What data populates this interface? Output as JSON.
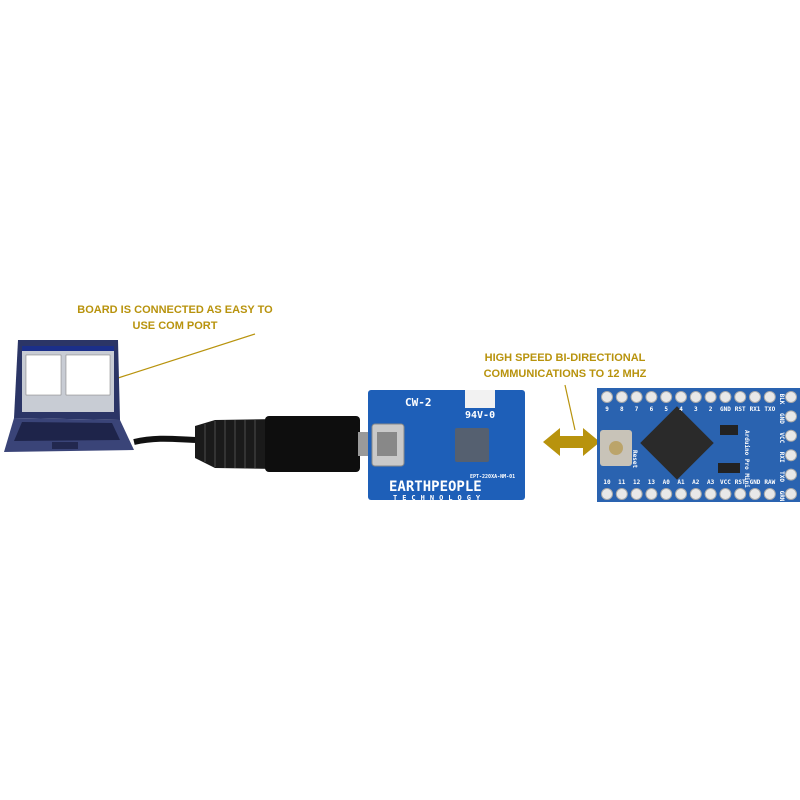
{
  "callouts": {
    "laptop": [
      "BOARD IS CONNECTED AS EASY TO",
      "USE COM PORT"
    ],
    "link": [
      "HIGH SPEED BI-DIRECTIONAL",
      "COMMUNICATIONS TO 12 MHZ"
    ]
  },
  "ept_board": {
    "label": "CW-2",
    "rating": "94V-0",
    "part": "EPT-220XA-NM-01",
    "brand": "EARTHPEOPLE",
    "brand_sub": "TECHNOLOGY"
  },
  "arduino": {
    "top_pins": [
      "9",
      "8",
      "7",
      "6",
      "5",
      "4",
      "3",
      "2",
      "GND",
      "RST",
      "RX1",
      "TXO"
    ],
    "bottom_pins": [
      "10",
      "11",
      "12",
      "13",
      "A0",
      "A1",
      "A2",
      "A3",
      "VCC",
      "RST",
      "GND",
      "RAW"
    ],
    "side_labels": [
      "BLK",
      "GND",
      "VCC",
      "RXI",
      "TXO",
      "GRN"
    ],
    "reset": "Reset",
    "name": "Arduino Pro Mini"
  },
  "colors": {
    "accent": "#b8930d",
    "pcb": "#1e5fb8",
    "arduino_pcb": "#2a63b0"
  }
}
